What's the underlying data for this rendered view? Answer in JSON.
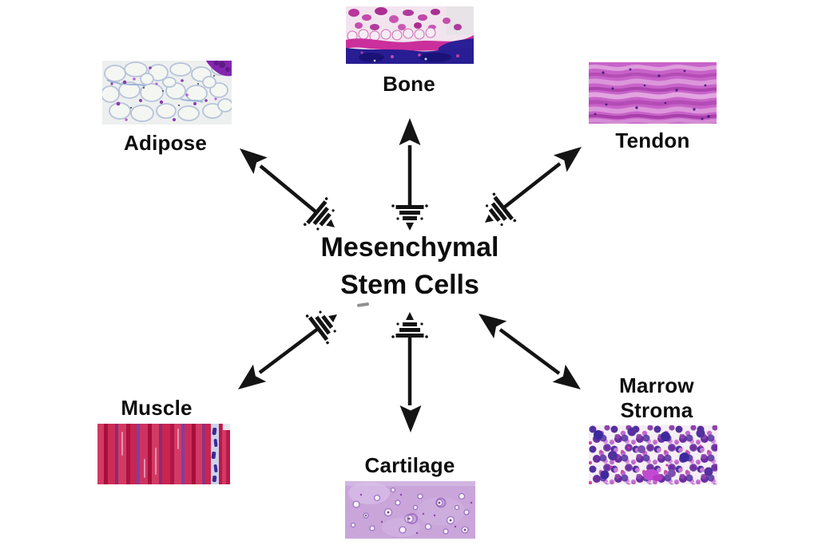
{
  "figure": {
    "center": {
      "line1": "Mesenchymal",
      "line2": "Stem Cells"
    },
    "tissues": [
      {
        "id": "bone",
        "label": "Bone"
      },
      {
        "id": "adipose",
        "label": "Adipose"
      },
      {
        "id": "tendon",
        "label": "Tendon"
      },
      {
        "id": "muscle",
        "label": "Muscle"
      },
      {
        "id": "cartilage",
        "label": "Cartilage"
      },
      {
        "id": "marrow_stroma",
        "label_line1": "Marrow",
        "label_line2": "Stroma"
      }
    ],
    "arrows": [
      {
        "between": "center-bone",
        "head_at_tissue": "solid",
        "head_at_center": "striped"
      },
      {
        "between": "center-adipose",
        "head_at_tissue": "solid",
        "head_at_center": "striped"
      },
      {
        "between": "center-tendon",
        "head_at_tissue": "solid",
        "head_at_center": "striped"
      },
      {
        "between": "center-muscle",
        "head_at_tissue": "solid",
        "head_at_center": "striped"
      },
      {
        "between": "center-cartilage",
        "head_at_tissue": "solid",
        "head_at_center": "striped"
      },
      {
        "between": "center-marrow-stroma",
        "head_at_tissue": "solid",
        "head_at_center": "solid"
      }
    ],
    "colors": {
      "background": "#ffffff",
      "text": "#0d0d0d",
      "arrow": "#141414",
      "bone_magenta": "#cb2f9b",
      "bone_navy": "#281d93",
      "tendon_purple": "#c763c9",
      "muscle_crimson": "#c41e4e",
      "cartilage_lavender": "#c9a5da",
      "marrow_violet": "#5b2d9c"
    }
  }
}
